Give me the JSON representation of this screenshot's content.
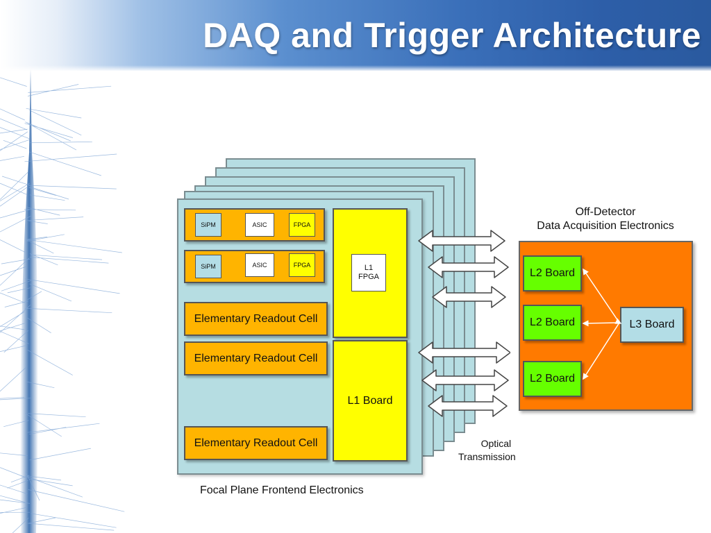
{
  "slide": {
    "title": "DAQ and Trigger Architecture"
  },
  "diagram": {
    "frontend_caption": "Focal Plane Frontend Electronics",
    "module_rows": [
      {
        "sipm": "SiPM",
        "asic": "ASIC",
        "fpga": "FPGA"
      },
      {
        "sipm": "SiPM",
        "asic": "ASIC",
        "fpga": "FPGA"
      }
    ],
    "readout_cells": [
      "Elementary Readout Cell",
      "Elementary Readout Cell",
      "Elementary Readout Cell"
    ],
    "l1_fpga": {
      "line1": "L1",
      "line2": "FPGA"
    },
    "l1_board": "L1 Board",
    "optical": {
      "line1": "Optical",
      "line2": "Transmission"
    },
    "off_detector": {
      "line1": "Off-Detector",
      "line2": "Data Acquisition Electronics"
    },
    "l2_boards": [
      "L2 Board",
      "L2 Board",
      "L2 Board"
    ],
    "l3_board": "L3 Board",
    "colors": {
      "panel": "#b6dde2",
      "cell": "#ffb400",
      "l1": "#ffff00",
      "l2": "#66ff00",
      "l3": "#b3dde6",
      "offdet": "#ff7a00"
    }
  }
}
